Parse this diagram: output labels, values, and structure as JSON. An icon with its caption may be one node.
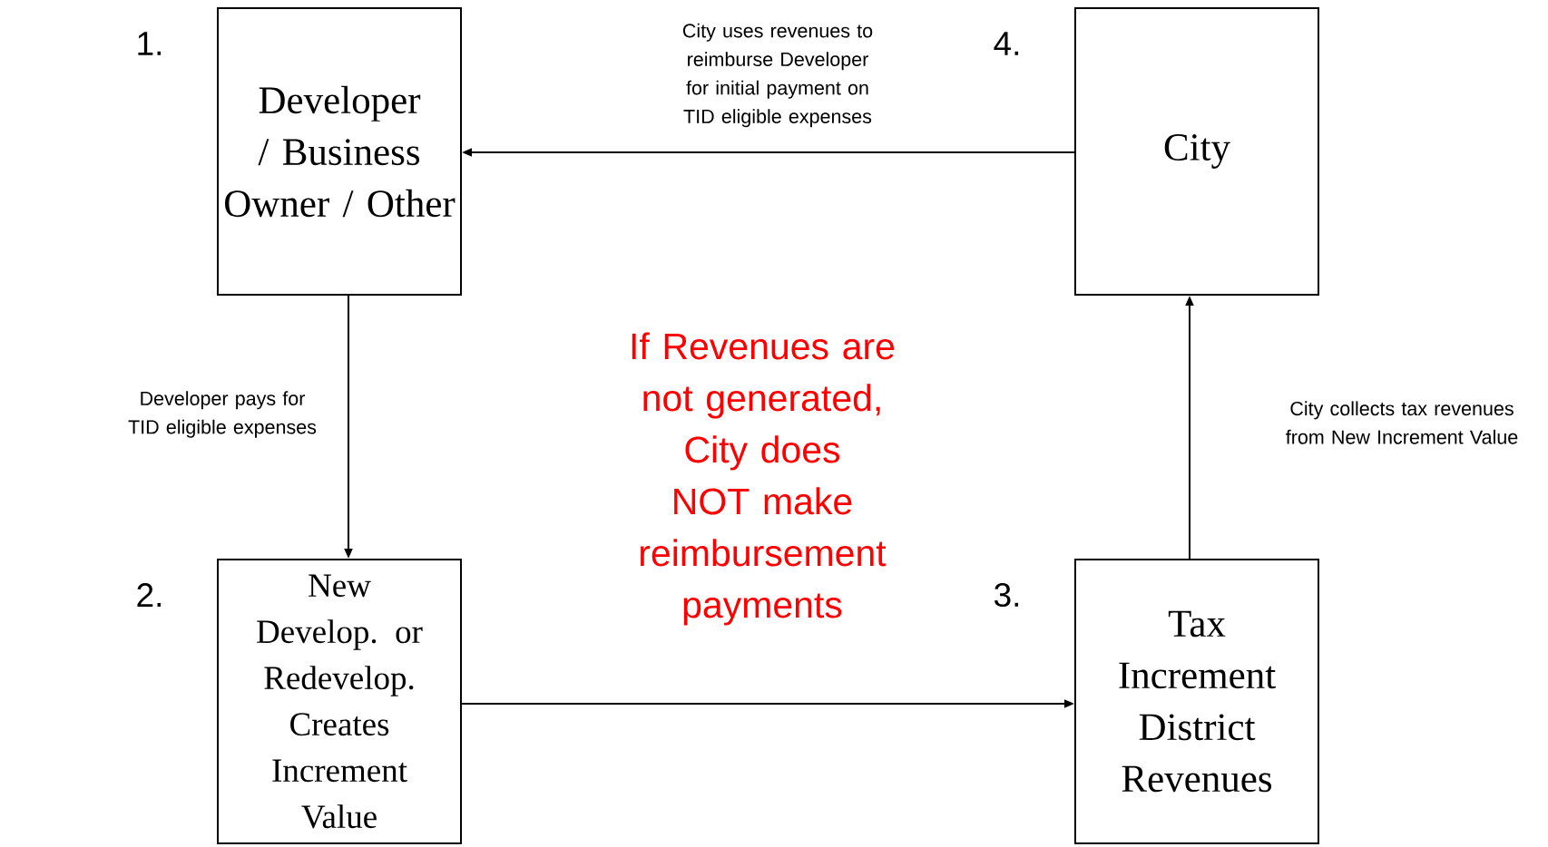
{
  "diagram": {
    "nodes": [
      {
        "text": [
          "Developer / Business Owner / Other"
        ]
      },
      {
        "text": [
          "City"
        ]
      },
      {
        "text": [
          "New Develop. or Redevelop. Creates Increment Value"
        ]
      },
      {
        "text": [
          "Tax Increment District Revenues"
        ]
      }
    ],
    "edges": [
      {
        "from": 0,
        "to": 2,
        "arrow": "to",
        "label": "Developer pays for TID eligible expenses"
      },
      {
        "from": 2,
        "to": 3,
        "arrow": "to"
      },
      {
        "from": 3,
        "to": 1,
        "arrow": "to",
        "label": "City collects tax revenues from New Increment Value"
      },
      {
        "from": 1,
        "to": 0,
        "arrow": "to",
        "label": "City uses revenues to reimburse Developer for initial payment on TID eligible expenses"
      }
    ],
    "labels": [
      "1.",
      "4.",
      "If Revenues are not generated, City does NOT make reimbursement payments",
      "2.",
      "3."
    ]
  }
}
